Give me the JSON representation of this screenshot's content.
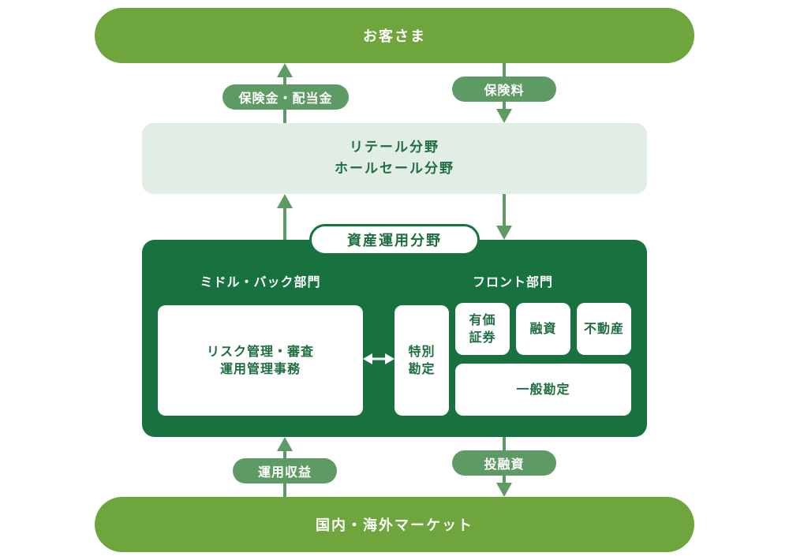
{
  "customer": "お客さま",
  "payout_label": "保険金・配当金",
  "premium_label": "保険料",
  "retail": {
    "line1": "リテール分野",
    "line2": "ホールセール分野"
  },
  "asset": {
    "title": "資産運用分野",
    "middle_back": {
      "title": "ミドル・バック部門",
      "box_line1": "リスク管理・審査",
      "box_line2": "運用管理事務"
    },
    "front": {
      "title": "フロント部門",
      "special_line1": "特別",
      "special_line2": "勘定",
      "securities_line1": "有価",
      "securities_line2": "証券",
      "loans": "融資",
      "real_estate": "不動産",
      "general": "一般勘定"
    }
  },
  "return_label": "運用収益",
  "investment_label": "投融資",
  "market": "国内・海外マーケット",
  "colors": {
    "light_green": "#6ea53c",
    "arrow_green": "#5e9a63",
    "dark_green": "#177240",
    "pale_green": "#e1ede5"
  }
}
